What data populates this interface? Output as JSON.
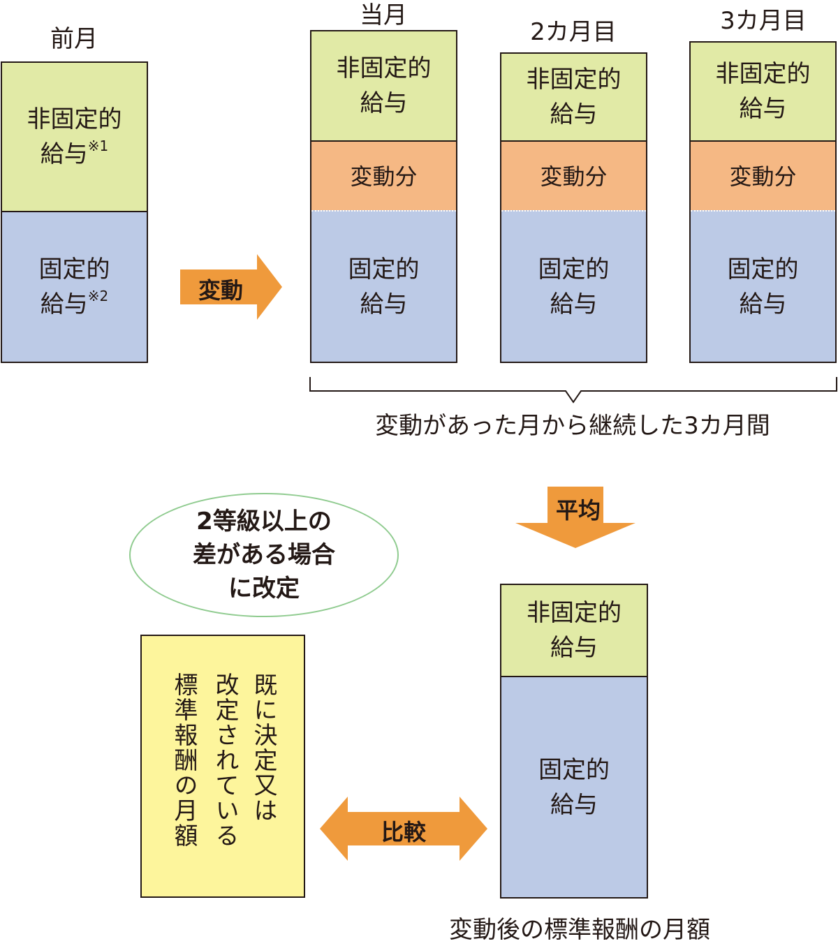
{
  "columns": {
    "prev": {
      "header": "前月",
      "nonfixed": "非固定的\n給与",
      "nonfixed_note": "※1",
      "fixed": "固定的\n給与",
      "fixed_note": "※2"
    },
    "m1": {
      "header": "当月",
      "nonfixed": "非固定的\n給与",
      "change": "変動分",
      "fixed": "固定的\n給与"
    },
    "m2": {
      "header": "2カ月目",
      "nonfixed": "非固定的\n給与",
      "change": "変動分",
      "fixed": "固定的\n給与"
    },
    "m3": {
      "header": "3カ月目",
      "nonfixed": "非固定的\n給与",
      "change": "変動分",
      "fixed": "固定的\n給与"
    }
  },
  "arrows": {
    "change": "変動",
    "average": "平均",
    "compare": "比較"
  },
  "brace_label": "変動があった月から継続した3カ月間",
  "ellipse_text": "2等級以上の\n差がある場合\nに改定",
  "existing_box": {
    "lines": [
      "既に決定又は",
      "改定されている",
      "標準報酬の月額"
    ]
  },
  "result": {
    "nonfixed": "非固定的\n給与",
    "fixed": "固定的\n給与",
    "caption": "変動後の標準報酬の月額"
  },
  "colors": {
    "nonfixed": "#e1eaa6",
    "change": "#f5b884",
    "fixed": "#bccae6",
    "arrow": "#ef9a3c",
    "ellipse_border": "#8fcb8f",
    "existing_box": "#fdf59c"
  }
}
